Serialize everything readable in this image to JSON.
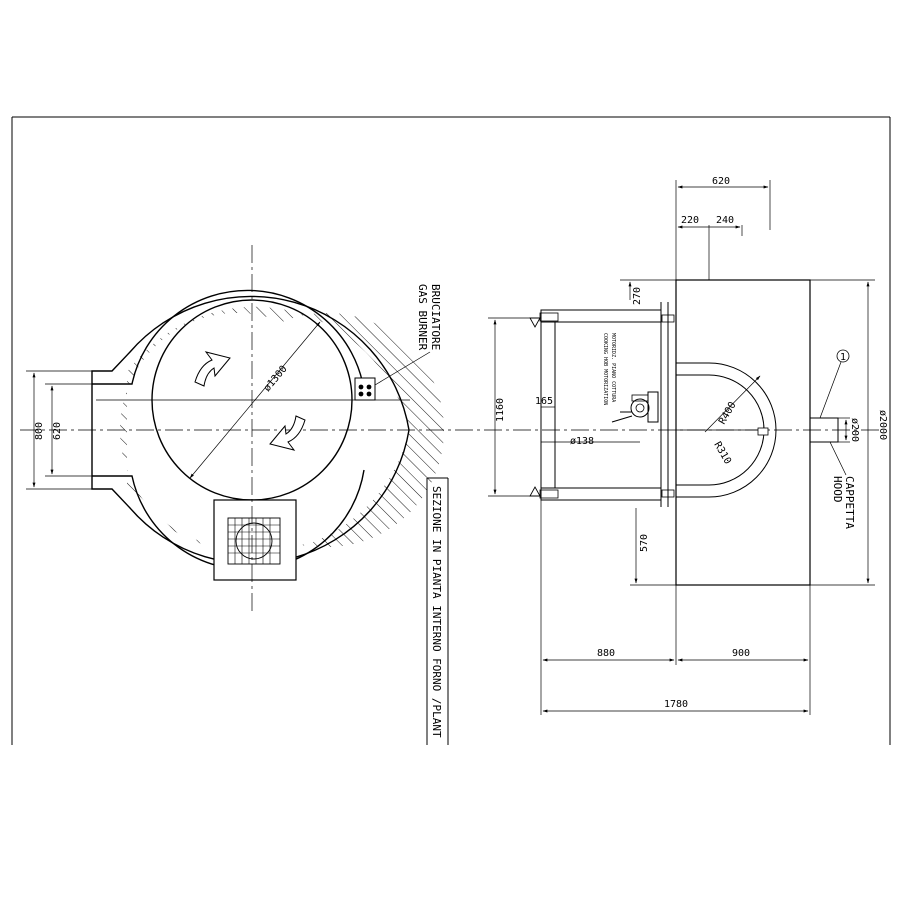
{
  "labels": {
    "burner_it": "BRUCIATORE",
    "burner_en": "GAS BURNER",
    "hood_it": "CAPPETTA",
    "hood_en": "HOOD",
    "section_title": "SEZIONE IN PIANTA INTERNO FORNO /PLANT",
    "motor_it": "MOTORIDZ. PIANO COTTURA",
    "motor_en": "COOKING HOB MOTORIZATION",
    "callout_number": "1"
  },
  "dimensions": {
    "plan_diameter": "ø1300",
    "plan_width_outer": "800",
    "plan_width_inner": "620",
    "side_top_total": "620",
    "side_top_a": "220",
    "side_top_b": "240",
    "side_270": "270",
    "side_1160": "1160",
    "side_165": "165",
    "side_138": "ø138",
    "side_r400": "R400",
    "side_r310": "R310",
    "side_200": "ø200",
    "side_2000": "ø2000",
    "side_570": "570",
    "side_880": "880",
    "side_900": "900",
    "side_1780": "1780"
  }
}
